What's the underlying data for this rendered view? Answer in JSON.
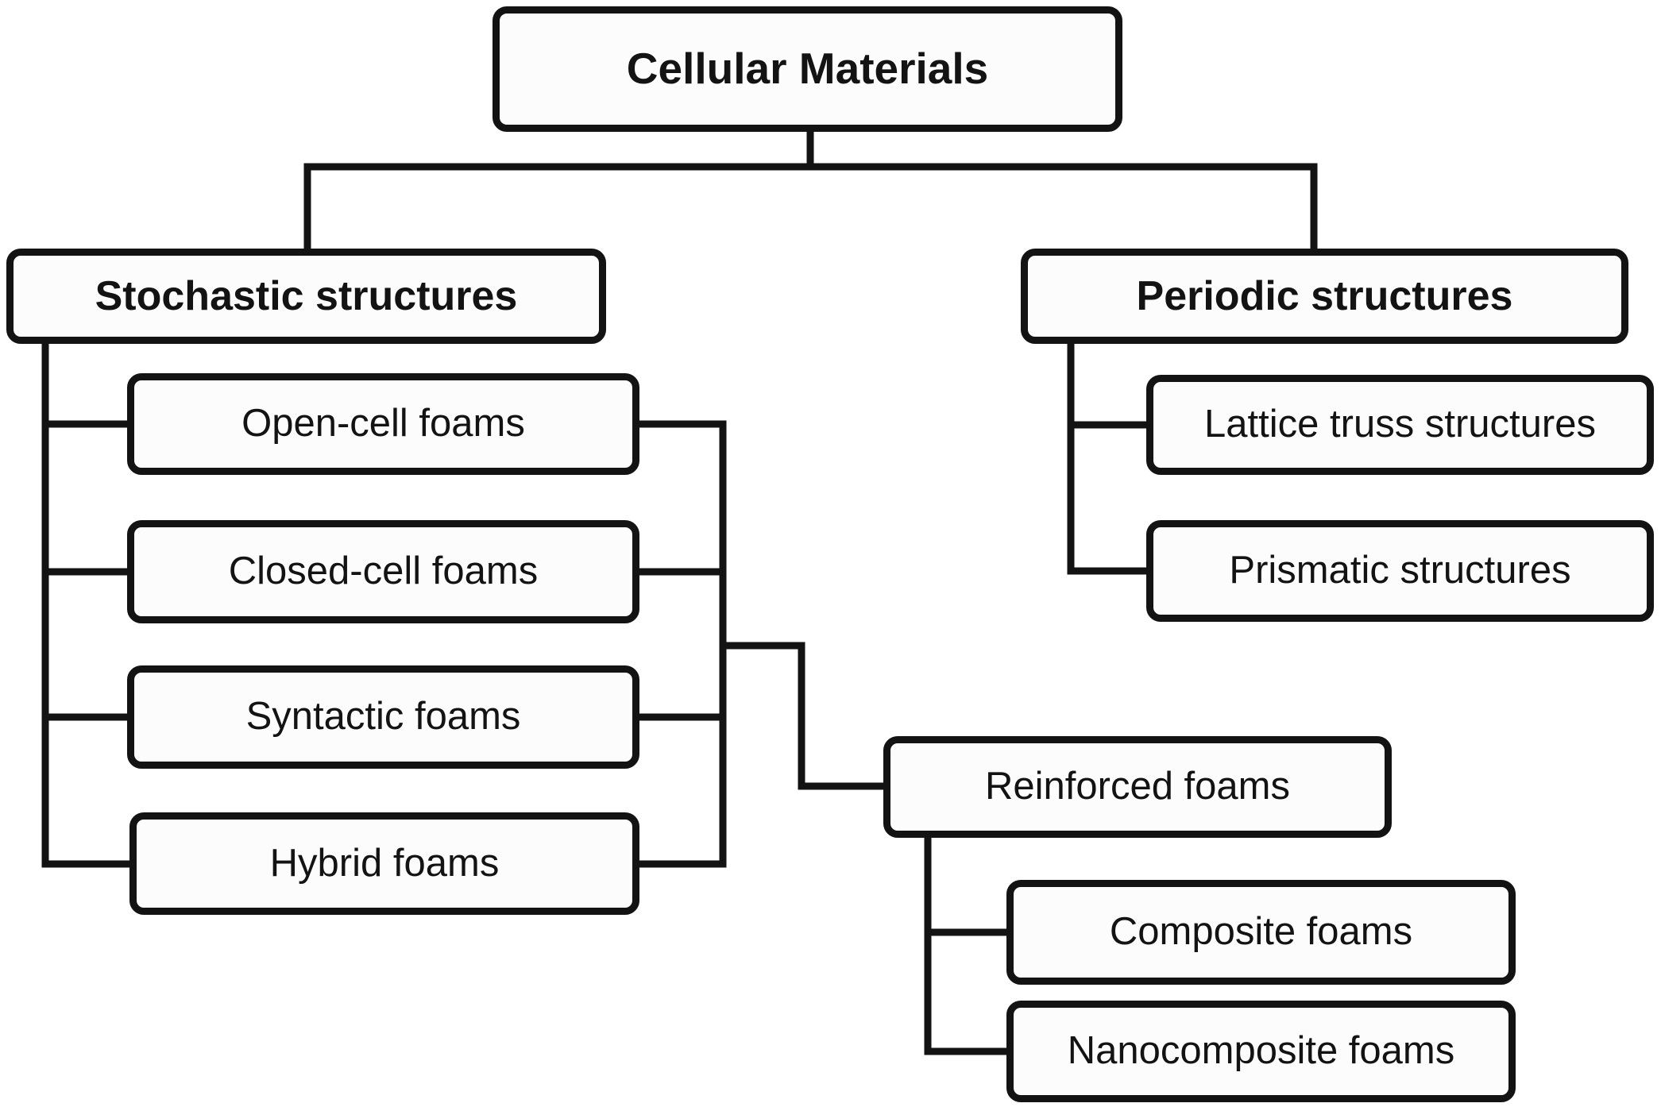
{
  "diagram": {
    "type": "hierarchy-flowchart",
    "title": "Cellular Materials",
    "colors": {
      "background": "#ffffff",
      "box_fill": "#fcfcfc",
      "box_border": "#131313",
      "line": "#131313",
      "text": "#131313"
    },
    "nodes": {
      "cellular": {
        "label": "Cellular Materials"
      },
      "stochastic": {
        "label": "Stochastic structures"
      },
      "periodic": {
        "label": "Periodic structures"
      },
      "open_cell": {
        "label": "Open-cell foams"
      },
      "closed_cell": {
        "label": "Closed-cell foams"
      },
      "syntactic": {
        "label": "Syntactic foams"
      },
      "hybrid": {
        "label": "Hybrid foams"
      },
      "lattice": {
        "label": "Lattice truss structures"
      },
      "prismatic": {
        "label": "Prismatic structures"
      },
      "reinforced": {
        "label": "Reinforced foams"
      },
      "composite": {
        "label": "Composite foams"
      },
      "nanocomposite": {
        "label": "Nanocomposite foams"
      }
    },
    "edges": [
      {
        "from": "cellular",
        "to": "stochastic"
      },
      {
        "from": "cellular",
        "to": "periodic"
      },
      {
        "from": "stochastic",
        "to": "open_cell"
      },
      {
        "from": "stochastic",
        "to": "closed_cell"
      },
      {
        "from": "stochastic",
        "to": "syntactic"
      },
      {
        "from": "stochastic",
        "to": "hybrid"
      },
      {
        "from": "periodic",
        "to": "lattice"
      },
      {
        "from": "periodic",
        "to": "prismatic"
      },
      {
        "from": [
          "open_cell",
          "closed_cell",
          "syntactic",
          "hybrid"
        ],
        "to": "reinforced"
      },
      {
        "from": "reinforced",
        "to": "composite"
      },
      {
        "from": "reinforced",
        "to": "nanocomposite"
      }
    ]
  }
}
